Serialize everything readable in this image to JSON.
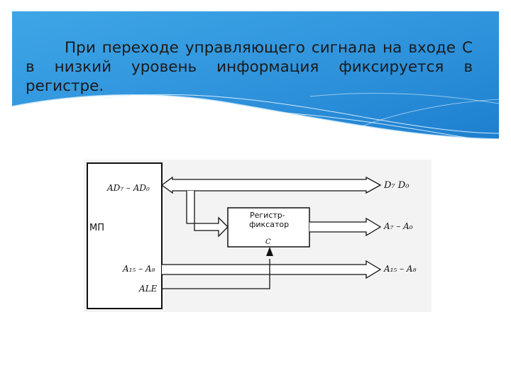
{
  "slide": {
    "paragraph": "При переходе управляющего сигнала на входе С в низкий уровень информация фиксируется в регистре."
  },
  "diagram": {
    "mp_label": "МП",
    "register_label_line1": "Регистр-",
    "register_label_line2": "фиксатор",
    "register_input_label": "C",
    "left_labels": {
      "ad": "AD₇ – AD₀",
      "a_high": "A₁₅ – A₈",
      "ale": "ALE"
    },
    "right_labels": {
      "d": "D₇  D₀",
      "a_low": "A₇ – A₀",
      "a_high": "A₁₅ – A₈"
    }
  }
}
